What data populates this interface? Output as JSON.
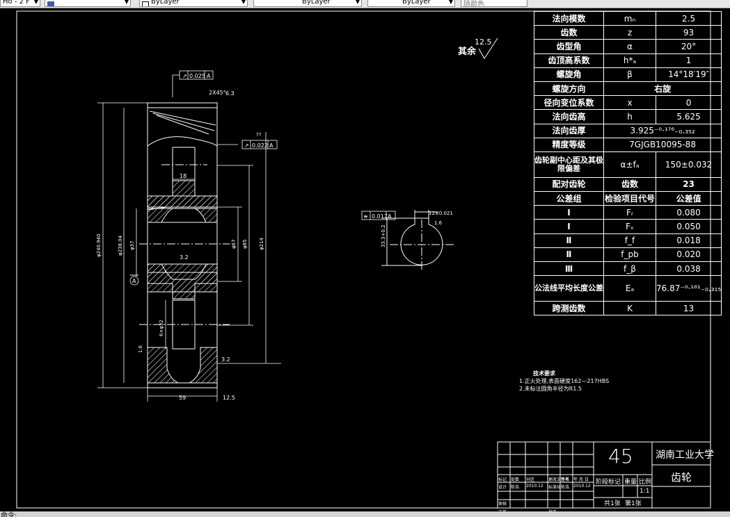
{
  "toolbar": {
    "items": [
      "Ho - 2 F",
      "",
      "ByLayer",
      "ByLayer",
      "ByLayer",
      "随颜色"
    ]
  },
  "status": {
    "command": "命令:"
  },
  "drawing": {
    "roughness_note": "其余",
    "roughness_value": "12.5",
    "tolerances": {
      "runout1": "0.025",
      "runout1_datum": "A",
      "runout2": "0.022",
      "runout2_datum": "A",
      "symmetry": "0.017",
      "symmetry_datum": "A",
      "q_mark": "??",
      "chamfer": "2X45°",
      "rough_63": "6.3",
      "rough_32": "3.2",
      "rough_16": "1.6",
      "rough_125": "12.5",
      "keyway_width": "12±0.021",
      "keyway_depth": "33.3+0.2"
    },
    "dims": {
      "d_tip": "φ240.940",
      "d_inner": "φ238.04",
      "d_bore": "φ37",
      "d_67": "φ67",
      "d_85": "φ85",
      "d_214": "φ214",
      "w_18": "18",
      "w_59": "59",
      "d_6x": "6×φ32"
    },
    "datum_label": "A"
  },
  "spec_table": {
    "rows": [
      {
        "label": "法向模数",
        "symbol": "mₙ",
        "value": "2.5"
      },
      {
        "label": "齿数",
        "symbol": "z",
        "value": "93"
      },
      {
        "label": "齿型角",
        "symbol": "α",
        "value": "20°"
      },
      {
        "label": "齿顶高系数",
        "symbol": "h*ₐ",
        "value": "1"
      },
      {
        "label": "螺旋角",
        "symbol": "β",
        "value": "14°18′19″"
      },
      {
        "label": "螺旋方向",
        "span": "右旋"
      },
      {
        "label": "径向变位系数",
        "symbol": "x",
        "value": "0"
      },
      {
        "label": "法向齿高",
        "symbol": "h",
        "value": "5.625"
      },
      {
        "label": "法向齿厚",
        "span": "3.925⁻⁰·¹⁷⁶₋₀.₃₅₂"
      },
      {
        "label": "精度等级",
        "span": "7GJGB10095-88"
      },
      {
        "label": "齿轮副中心距及其极限偏差",
        "symbol": "α±fₐ",
        "value": "150±0.032"
      },
      {
        "label": "配对齿轮",
        "symbol": "齿数",
        "value": "23"
      },
      {
        "label": "公差组",
        "symbol": "检验项目代号",
        "value": "公差值"
      },
      {
        "label": "Ⅰ",
        "symbol": "Fᵣ",
        "value": "0.080"
      },
      {
        "label": "Ⅰ",
        "symbol": "Fᵥ",
        "value": "0.050"
      },
      {
        "label": "Ⅱ",
        "symbol": "f_f",
        "value": "0.018"
      },
      {
        "label": "Ⅱ",
        "symbol": "f_pb",
        "value": "0.020"
      },
      {
        "label": "Ⅲ",
        "symbol": "f_β",
        "value": "0.038"
      },
      {
        "label": "公法线平均长度公差",
        "symbol": "Eₐ",
        "value": "76.87⁻⁰·¹⁸¹₋₀.₃₁₅"
      },
      {
        "label": "跨测齿数",
        "symbol": "K",
        "value": "13"
      }
    ]
  },
  "tech_notes": {
    "title": "技术要求",
    "items": [
      "1.正火处理,表面硬度162—217HBS",
      "2.未标注圆角半径为R1.5"
    ]
  },
  "title_block": {
    "material": "45",
    "school": "湖南工业大学",
    "part_name": "齿轮",
    "scale": "1:1",
    "stage_label": "阶段标记",
    "weight_label": "重量",
    "scale_label": "比例",
    "sheets_total": "共1张",
    "sheet_no": "第1张",
    "row1": [
      "标记",
      "处数",
      "分区",
      "更改文件号",
      "签名",
      "年 月 日"
    ],
    "row2": [
      "设计",
      "陈浩",
      "2010.12",
      "标准化",
      "陈浩",
      "2010.12"
    ],
    "row3": [
      "审核",
      "",
      "",
      "",
      "",
      ""
    ],
    "row4": [
      "工艺",
      "",
      "",
      "批准",
      "",
      ""
    ]
  }
}
